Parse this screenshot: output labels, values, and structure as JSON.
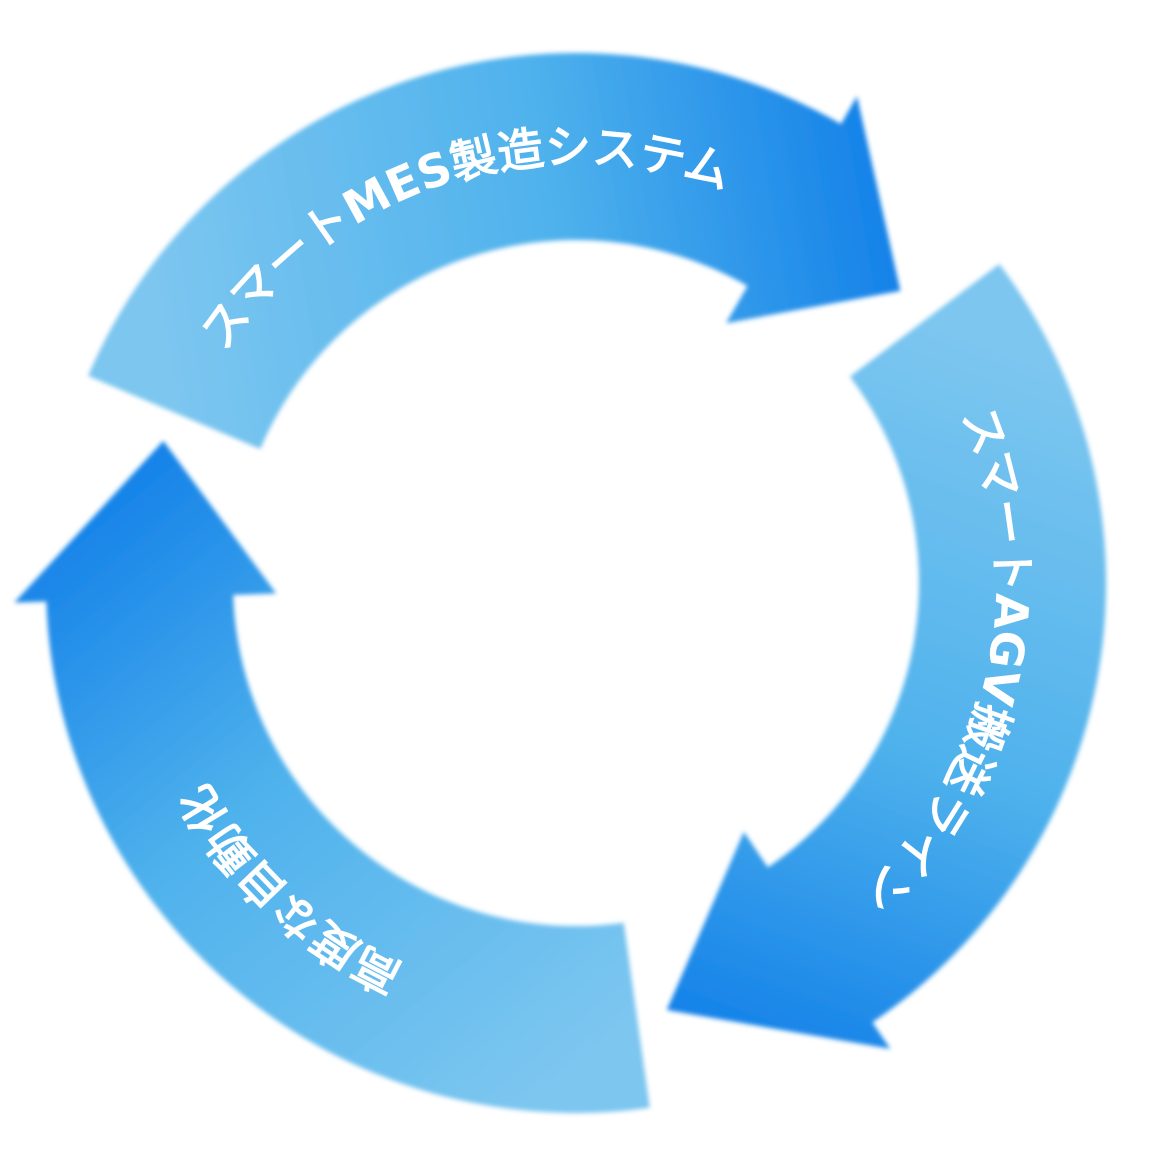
{
  "diagram": {
    "type": "cycle",
    "steps": [
      {
        "label": "スマートMES製造システム"
      },
      {
        "label": "スマートAGV搬送ライン"
      },
      {
        "label": "高度な自動化"
      }
    ],
    "colors": {
      "light": "#7cc6f0",
      "mid": "#4fb2ec",
      "dark": "#1582e8",
      "text": "#ffffff"
    }
  }
}
